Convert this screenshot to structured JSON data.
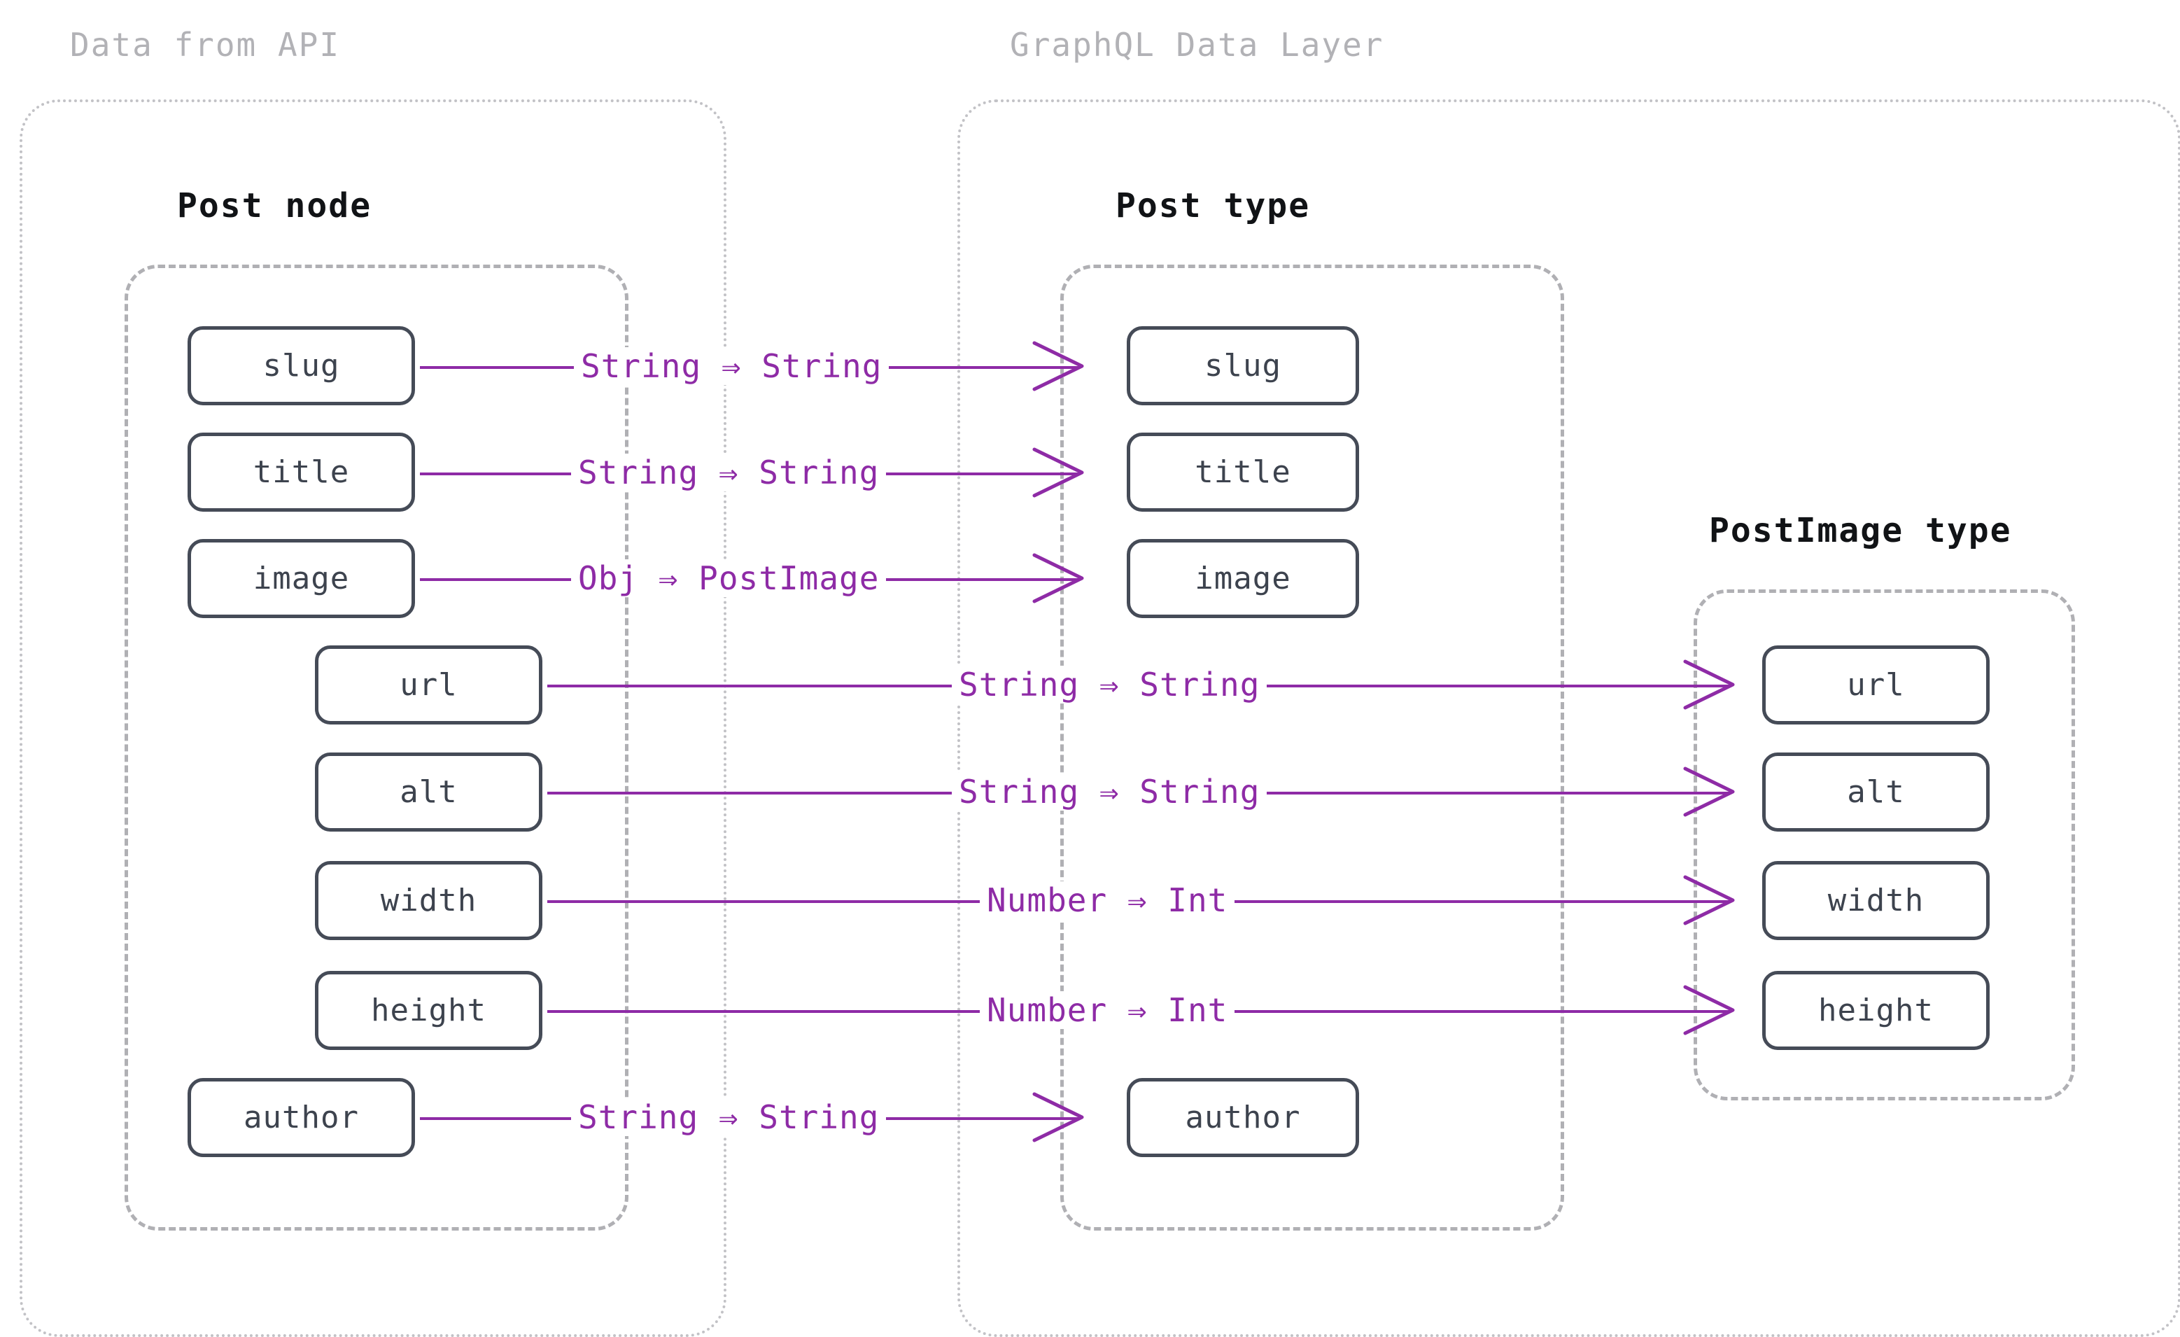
{
  "diagram": {
    "title_hidden": "",
    "colors": {
      "accent_purple": "#8e2ba6",
      "box_border": "#454b57",
      "zone_border": "#b0b0b4",
      "layer_title": "#b2b2b6",
      "group_title": "#111316",
      "background": "#ffffff"
    },
    "layers": [
      {
        "id": "api",
        "label": "Data from API"
      },
      {
        "id": "graphql",
        "label": "GraphQL Data Layer"
      }
    ],
    "groups": [
      {
        "id": "post-node",
        "label": "Post node"
      },
      {
        "id": "post-type",
        "label": "Post type"
      },
      {
        "id": "postimage-type",
        "label": "PostImage type"
      }
    ],
    "source_fields": [
      {
        "id": "slug",
        "label": "slug",
        "indented": false
      },
      {
        "id": "title",
        "label": "title",
        "indented": false
      },
      {
        "id": "image",
        "label": "image",
        "indented": false
      },
      {
        "id": "url",
        "label": "url",
        "indented": true
      },
      {
        "id": "alt",
        "label": "alt",
        "indented": true
      },
      {
        "id": "width",
        "label": "width",
        "indented": true
      },
      {
        "id": "height",
        "label": "height",
        "indented": true
      },
      {
        "id": "author",
        "label": "author",
        "indented": false
      }
    ],
    "post_type_fields": [
      {
        "id": "slug",
        "label": "slug"
      },
      {
        "id": "title",
        "label": "title"
      },
      {
        "id": "image",
        "label": "image"
      },
      {
        "id": "author",
        "label": "author"
      }
    ],
    "postimage_type_fields": [
      {
        "id": "url",
        "label": "url"
      },
      {
        "id": "alt",
        "label": "alt"
      },
      {
        "id": "width",
        "label": "width"
      },
      {
        "id": "height",
        "label": "height"
      }
    ],
    "mappings": [
      {
        "from": "slug",
        "to": "slug",
        "label": "String ⇒ String",
        "target_group": "post-type"
      },
      {
        "from": "title",
        "to": "title",
        "label": "String ⇒ String",
        "target_group": "post-type"
      },
      {
        "from": "image",
        "to": "image",
        "label": "Obj ⇒ PostImage",
        "target_group": "post-type"
      },
      {
        "from": "url",
        "to": "url",
        "label": "String ⇒ String",
        "target_group": "postimage-type"
      },
      {
        "from": "alt",
        "to": "alt",
        "label": "String ⇒ String",
        "target_group": "postimage-type"
      },
      {
        "from": "width",
        "to": "width",
        "label": "Number ⇒ Int",
        "target_group": "postimage-type"
      },
      {
        "from": "height",
        "to": "height",
        "label": "Number ⇒ Int",
        "target_group": "postimage-type"
      },
      {
        "from": "author",
        "to": "author",
        "label": "String ⇒ String",
        "target_group": "post-type"
      }
    ]
  }
}
